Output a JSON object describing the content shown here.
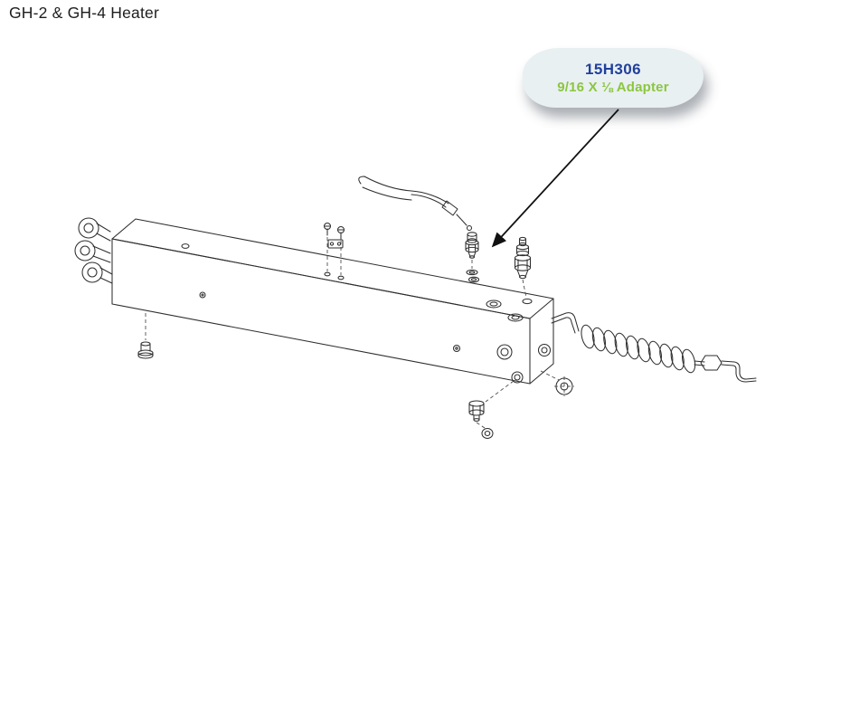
{
  "page": {
    "title": "GH-2 & GH-4 Heater"
  },
  "callout": {
    "part_number": "15H306",
    "part_name": "9/16 X ⅛ Adapter",
    "colors": {
      "part_number": "#21409a",
      "part_name": "#8cc63e",
      "bubble_bg": "#e8f0f2"
    }
  }
}
